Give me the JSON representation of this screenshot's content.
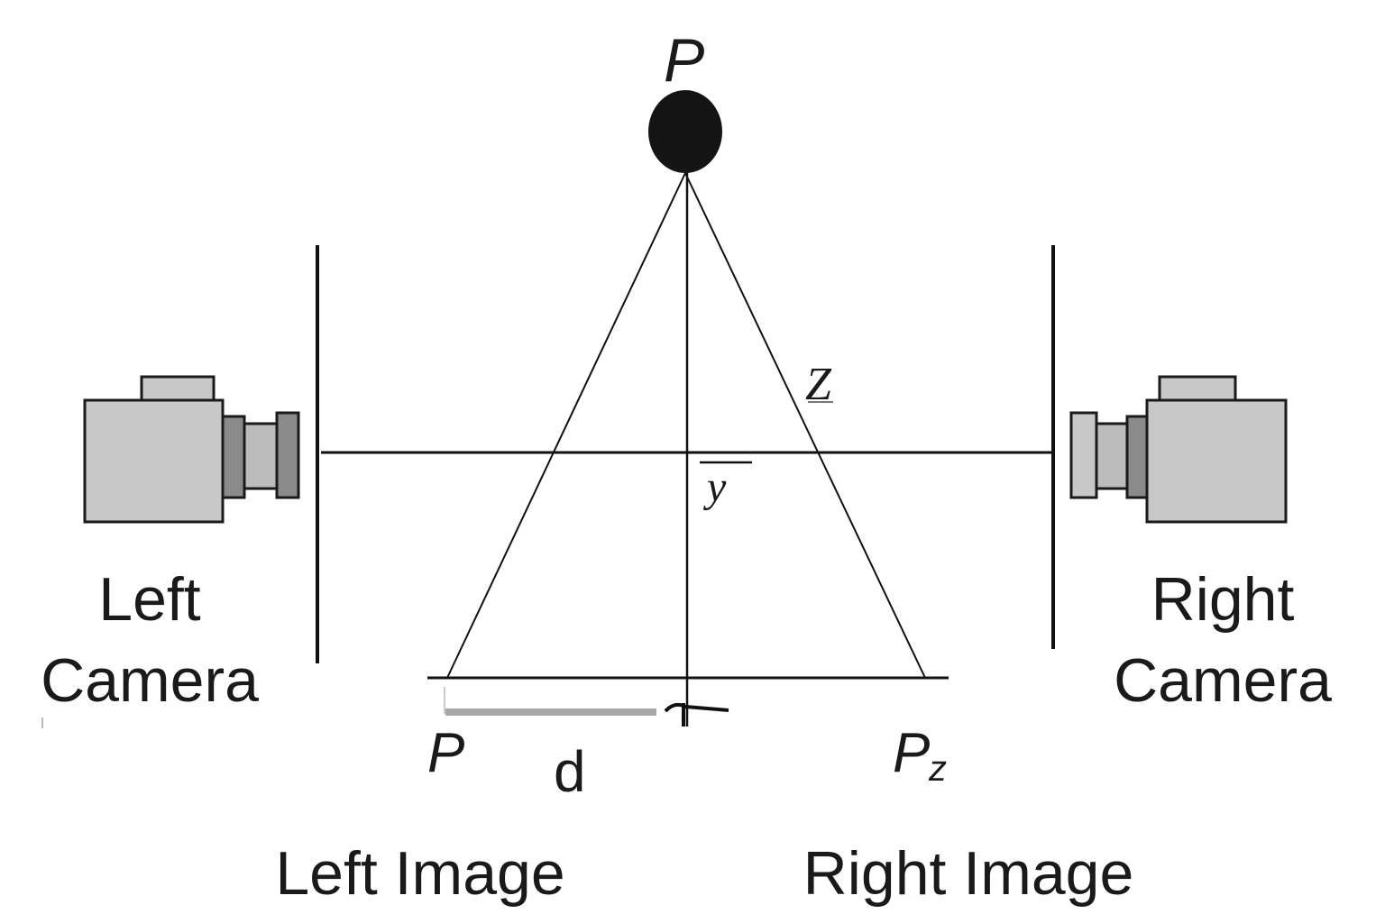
{
  "labels": {
    "point_top": "P",
    "z_label": "Z",
    "y_label": "y",
    "point_left": "P",
    "point_right_base": "P",
    "point_right_sub": "z",
    "d_label": "d",
    "left_camera_line1": "Left",
    "left_camera_line2": "Camera",
    "right_camera_line1": "Right",
    "right_camera_line2": "Camera",
    "left_image": "Left Image",
    "right_image": "Right Image"
  },
  "icons": {
    "left_camera": "camera-icon",
    "right_camera": "camera-icon",
    "point": "filled-circle"
  },
  "colors": {
    "ink": "#111111",
    "camera_body": "#c8c8c8",
    "camera_lens_dark": "#8a8a8a",
    "camera_lens_light": "#bcbcbc",
    "measure_bar": "#a8a8a8"
  }
}
